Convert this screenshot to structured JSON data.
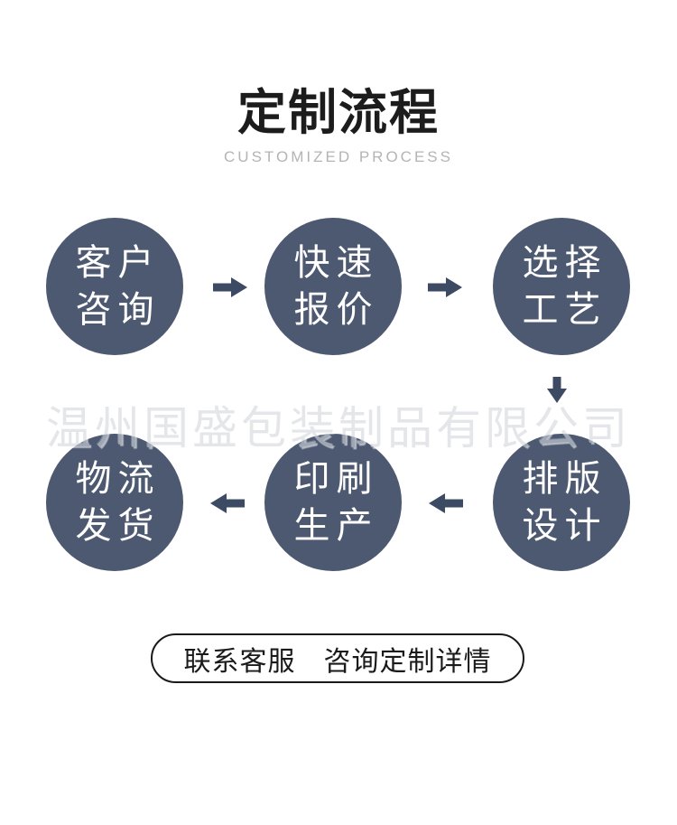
{
  "page": {
    "title": "定制流程",
    "subtitle": "CUSTOMIZED PROCESS"
  },
  "steps": [
    {
      "id": "customer-consultation",
      "line1": "客户",
      "line2": "咨询"
    },
    {
      "id": "quick-quote",
      "line1": "快速",
      "line2": "报价"
    },
    {
      "id": "select-process",
      "line1": "选择",
      "line2": "工艺"
    },
    {
      "id": "layout-design",
      "line1": "排版",
      "line2": "设计"
    },
    {
      "id": "printing-production",
      "line1": "印刷",
      "line2": "生产"
    },
    {
      "id": "logistics-shipping",
      "line1": "物流",
      "line2": "发货"
    }
  ],
  "watermark": "温州国盛包装制品有限公司",
  "cta": {
    "label": "联系客服　咨询定制详情"
  },
  "colors": {
    "circle": "#4d5971",
    "arrow": "#3d4a63",
    "title": "#1c1c1c",
    "subtitle": "#b4b4b4",
    "watermark": "#d4d8dd",
    "cta_border": "#1a1a1a",
    "cta_text": "#1a1a1a",
    "page_bg": "#ffffff"
  }
}
